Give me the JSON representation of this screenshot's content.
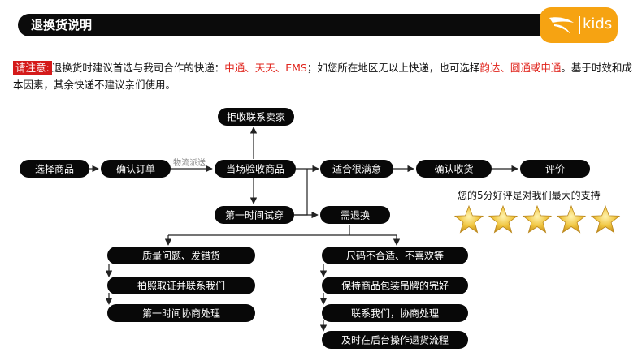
{
  "header": {
    "title": "退换货说明"
  },
  "logo": {
    "text": "kids"
  },
  "notice": {
    "label": "请注意:",
    "seg1": "退换货时建议首选与我司合作的快递：",
    "red1": "中通、天天、EMS",
    "seg2": "；如您所在地区无以上快递，也可选择",
    "red2": "韵达、圆通或申通",
    "seg3": "。基于时效和成本因素，其余快递不建议亲们使用。"
  },
  "flow": {
    "reject": "拒收联系卖家",
    "select": "选择商品",
    "confirm_order": "确认订单",
    "logistics": "物流派送",
    "inspect": "当场验收商品",
    "satisfied": "适合很满意",
    "confirm_receipt": "确认收货",
    "review": "评价",
    "try_on": "第一时间试穿",
    "need_return": "需退换",
    "left_branch": [
      "质量问题、发错货",
      "拍照取证并联系我们",
      "第一时间协商处理"
    ],
    "right_branch": [
      "尺码不合适、不喜欢等",
      "保持商品包装吊牌的完好",
      "联系我们，协商处理",
      "及时在后台操作退货流程"
    ]
  },
  "review_prompt": "您的5分好评是对我们最大的支持",
  "rating": {
    "stars": 5,
    "max": 5
  },
  "colors": {
    "accent_red": "#e0231b",
    "logo_orange": "#f6a312",
    "star_gold": "#e9b731"
  }
}
